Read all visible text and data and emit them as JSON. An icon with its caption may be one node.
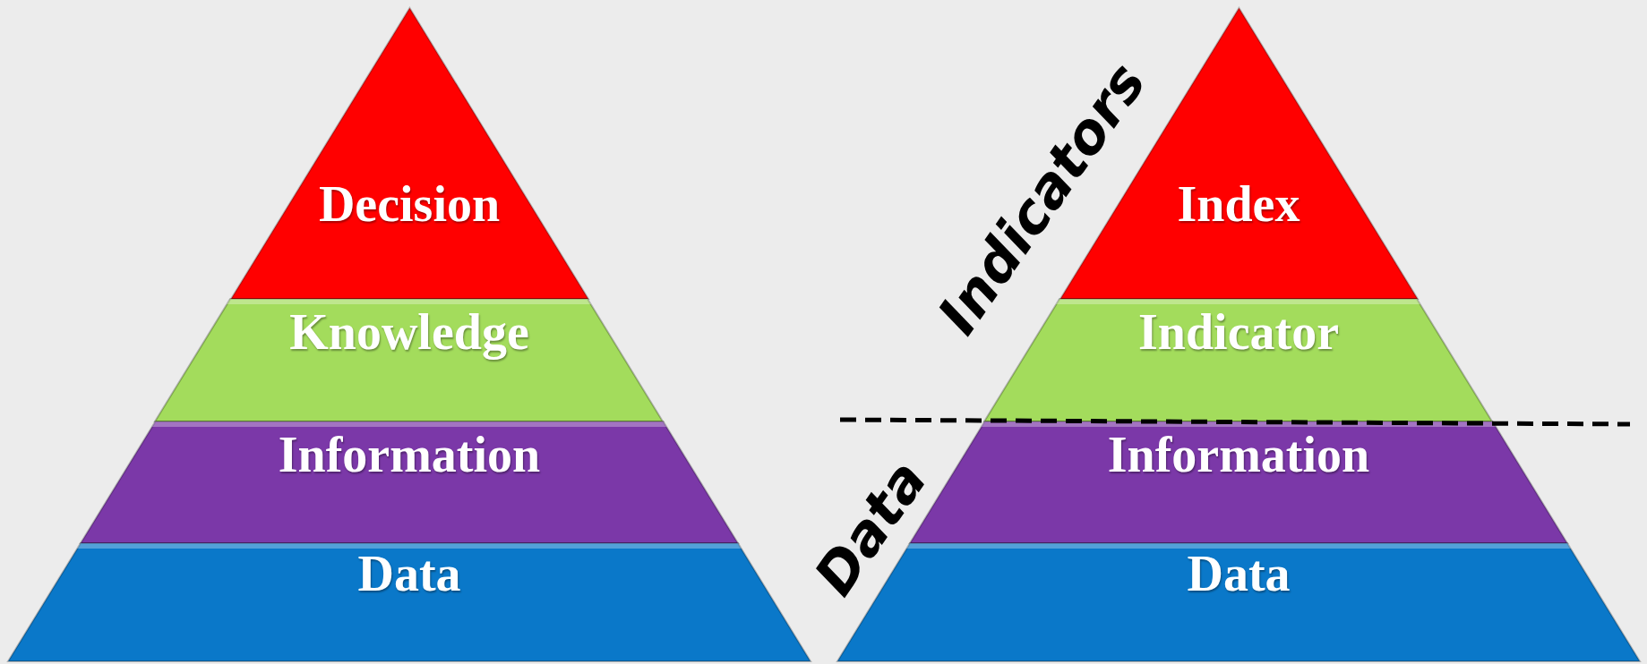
{
  "diagram": {
    "nodes": [
      {
        "text": [
          "Decision"
        ]
      },
      {
        "text": [
          "Knowledge"
        ]
      },
      {
        "text": [
          "Information"
        ]
      },
      {
        "text": [
          "Data"
        ]
      },
      {
        "text": [
          "Index"
        ]
      },
      {
        "text": [
          "Indicator"
        ]
      },
      {
        "text": [
          "Information"
        ]
      },
      {
        "text": [
          "Data"
        ]
      }
    ],
    "edges": [],
    "labels": [
      "Indicators",
      "Data"
    ]
  }
}
